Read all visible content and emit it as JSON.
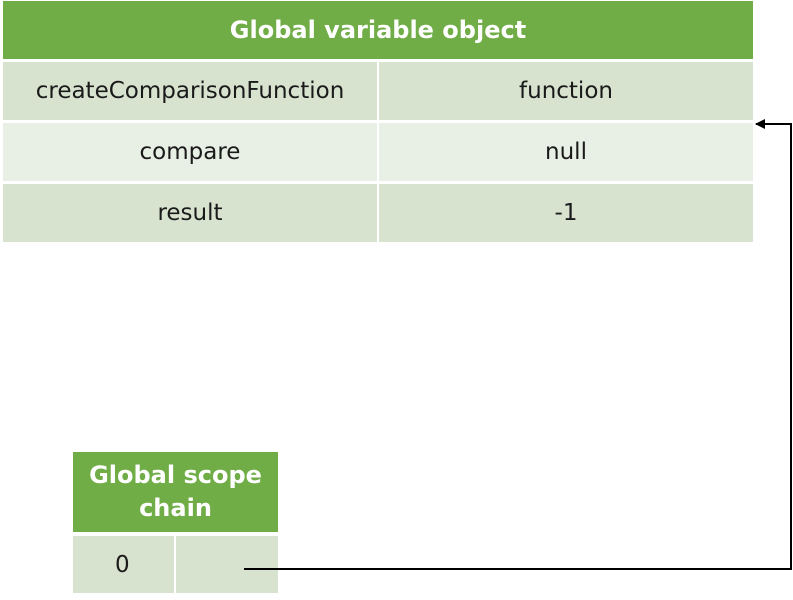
{
  "global_variable_object": {
    "title": "Global variable object",
    "rows": [
      {
        "name": "createComparisonFunction",
        "value": "function"
      },
      {
        "name": "compare",
        "value": "null"
      },
      {
        "name": "result",
        "value": "-1"
      }
    ]
  },
  "global_scope_chain": {
    "title": "Global scope chain",
    "index": "0"
  },
  "colors": {
    "header": "#70ad47",
    "row_dark": "#d7e3cf",
    "row_light": "#e8efe4",
    "arrow": "#000000"
  }
}
